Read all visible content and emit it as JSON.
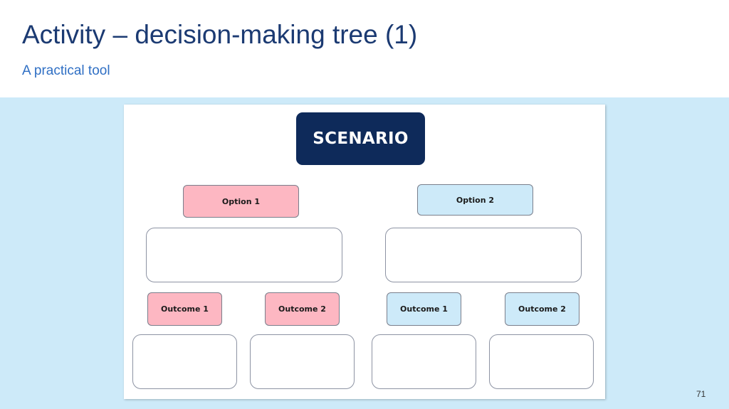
{
  "slide": {
    "title": "Activity – decision-making tree (1)",
    "subtitle": "A practical tool",
    "page_number": "71"
  },
  "diagram": {
    "scenario_label": "SCENARIO",
    "option_1": "Option 1",
    "option_2": "Option 2",
    "option_1_outcome_1": "Outcome 1",
    "option_1_outcome_2": "Outcome 2",
    "option_2_outcome_1": "Outcome 1",
    "option_2_outcome_2": "Outcome 2"
  },
  "colors": {
    "title": "#1b3a72",
    "subtitle": "#2f6fc4",
    "band_background": "#cdeaf9",
    "scenario_fill": "#0e2a5a",
    "option_1_fill": "#fdb7c2",
    "option_2_fill": "#cdeaf9"
  }
}
